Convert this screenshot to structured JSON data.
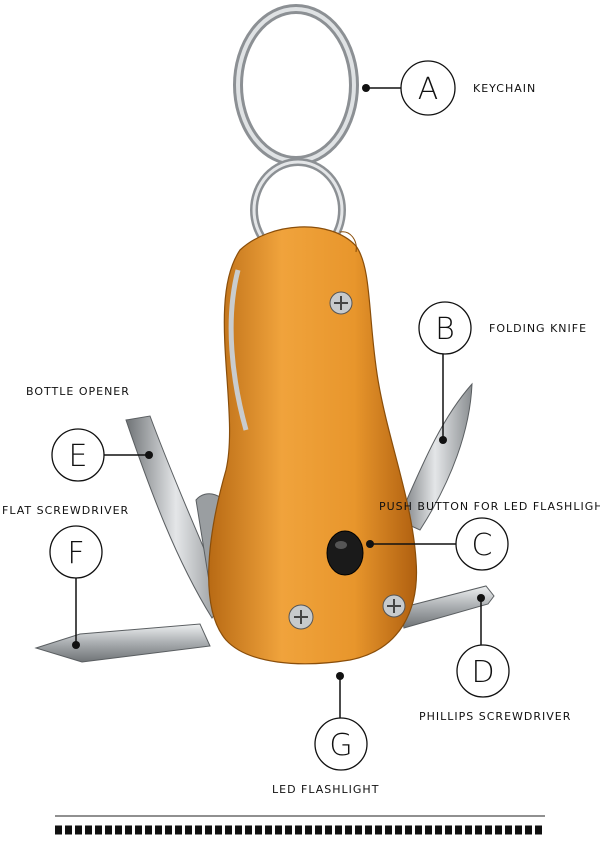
{
  "callouts": [
    {
      "letter": "A",
      "label": "KEYCHAIN"
    },
    {
      "letter": "B",
      "label": "FOLDING KNIFE"
    },
    {
      "letter": "C",
      "label": "PUSH BUTTON FOR LED FLASHLIGHT"
    },
    {
      "letter": "D",
      "label": "PHILLIPS SCREWDRIVER"
    },
    {
      "letter": "E",
      "label": "BOTTLE OPENER"
    },
    {
      "letter": "F",
      "label": "FLAT SCREWDRIVER"
    },
    {
      "letter": "G",
      "label": "LED FLASHLIGHT"
    }
  ],
  "colors": {
    "body": "#e8962c",
    "body_dark": "#b86a14",
    "steel": "#bfc3c6",
    "ink": "#111111"
  }
}
